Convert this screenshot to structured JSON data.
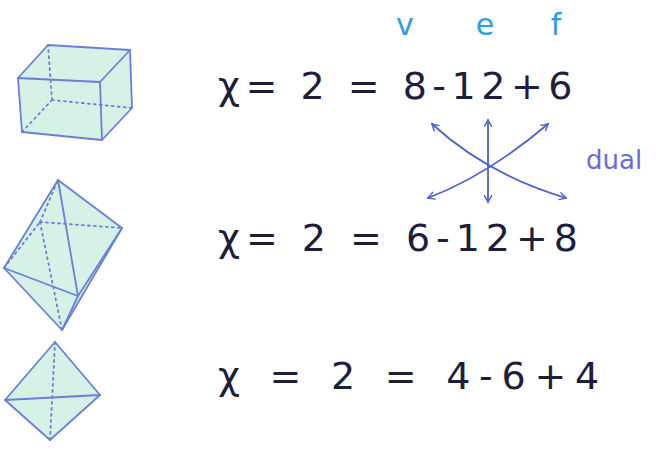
{
  "diagram": {
    "labels": [
      "v",
      "e",
      "f",
      "χ= 2 = 8-12+6",
      "dual",
      "χ= 2 = 6-12+8",
      "χ = 2 = 4-6+4"
    ]
  }
}
